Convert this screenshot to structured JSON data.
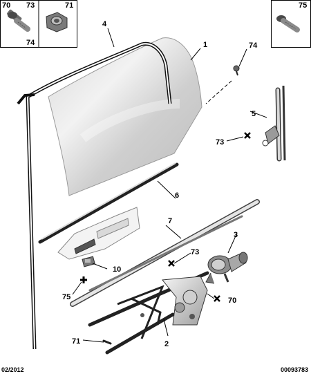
{
  "inset_boxes": [
    {
      "labels": [
        "70",
        "73",
        "74"
      ]
    },
    {
      "labels": [
        "71"
      ]
    },
    {
      "labels": [
        "75"
      ]
    }
  ],
  "callouts": [
    "1",
    "2",
    "3",
    "4",
    "5",
    "6",
    "7",
    "10",
    "70",
    "71",
    "73",
    "73",
    "74",
    "75"
  ],
  "footer": {
    "date": "02/2012",
    "ref": "00093783"
  }
}
